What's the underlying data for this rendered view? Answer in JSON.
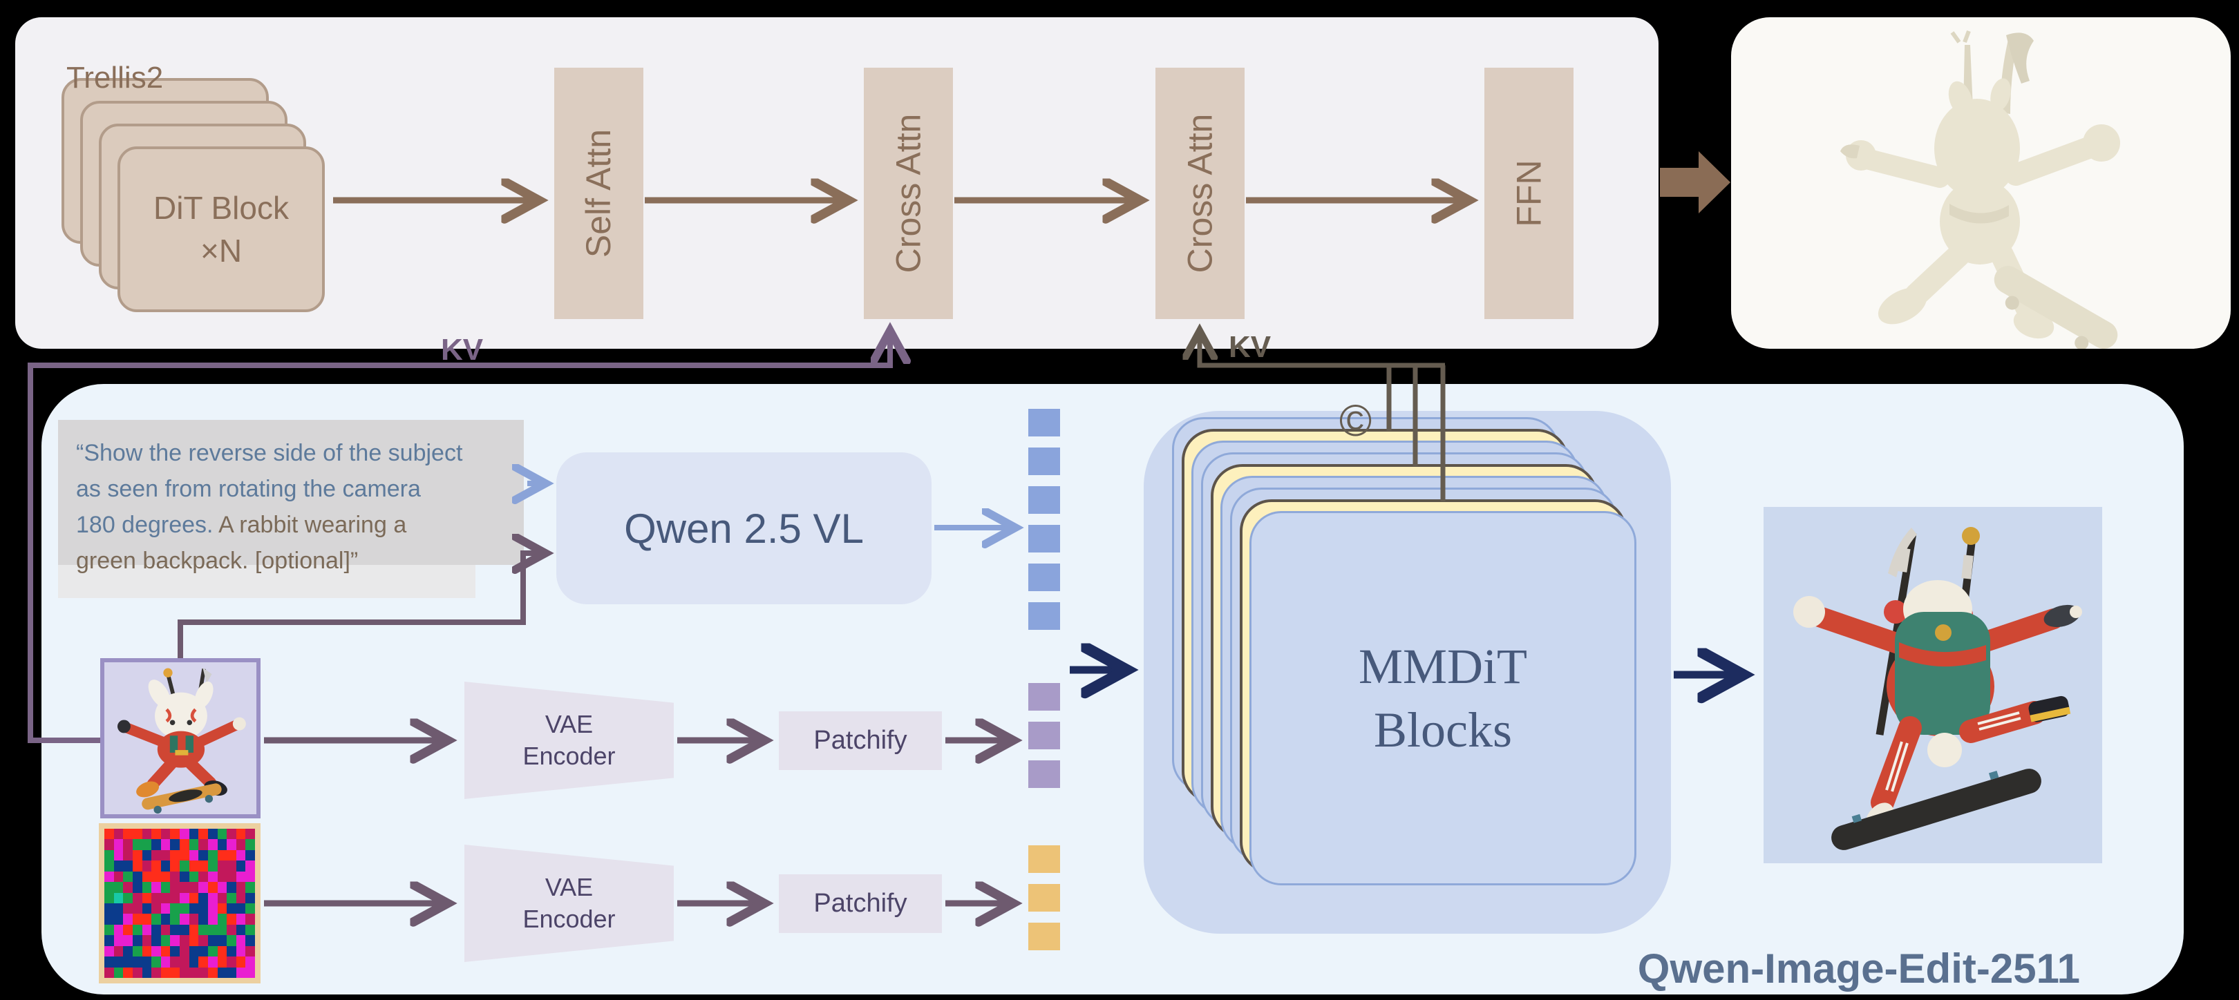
{
  "trellis": {
    "label": "Trellis2",
    "dit_block": {
      "line1": "DiT Block",
      "line2": "×N",
      "stack_count": 4
    },
    "bars": [
      {
        "label": "Self Attn"
      },
      {
        "label": "Cross Attn"
      },
      {
        "label": "Cross Attn"
      },
      {
        "label": "FFN"
      }
    ],
    "kv_left": "KV",
    "kv_right": "KV"
  },
  "bottom": {
    "title": "Qwen-Image-Edit-2511",
    "qwen_vl_label": "Qwen 2.5 VL",
    "vae_encoder_1": {
      "line1": "VAE",
      "line2": "Encoder"
    },
    "vae_encoder_2": {
      "line1": "VAE",
      "line2": "Encoder"
    },
    "patchify_1": "Patchify",
    "patchify_2": "Patchify",
    "mmdit": {
      "line1": "MMDiT",
      "line2": "Blocks",
      "layers": [
        "blue",
        "yellow",
        "blue",
        "blue",
        "yellow",
        "blue",
        "blue",
        "yellow",
        "front"
      ]
    },
    "concat_symbol": "©"
  },
  "prompt": {
    "lines": [
      [
        {
          "text": "“Show the reverse side of the subject",
          "style": "blue"
        }
      ],
      [
        {
          "text": "as seen from rotating the camera",
          "style": "blue"
        }
      ],
      [
        {
          "text": "180 degrees. ",
          "style": "blue"
        },
        {
          "text": "A rabbit wearing a",
          "style": "brown"
        }
      ],
      [
        {
          "text": "green backpack. [optional]”",
          "style": "brown"
        }
      ]
    ]
  },
  "tokens": {
    "blue": {
      "count": 6,
      "color": "#8aa4dc"
    },
    "purple": {
      "count": 3,
      "color": "#a89bc8"
    },
    "orange": {
      "count": 3,
      "color": "#edc377"
    }
  },
  "noise": {
    "palette": [
      "#e91fd0",
      "#18c9a7",
      "#2bb1e0",
      "#1456c8",
      "#ff2d1a",
      "#ffffff",
      "#111111",
      "#f2a0c8",
      "#18a14b",
      "#ffd23d",
      "#f97316",
      "#7a0f8e",
      "#0b3b8c",
      "#7fe3c2",
      "#ff7ad9",
      "#0f766e",
      "#c2185b",
      "#94e04a",
      "#5ad0e6",
      "#063b1f"
    ],
    "cols": 16,
    "rows": 14
  },
  "colors": {
    "panel-top": "#f2f1f4",
    "panel-out": "#faf9f5",
    "panel-bottom": "#ecf4fb",
    "brown-text": "#8a6f5a",
    "bar-fill": "#dccdc1",
    "dit-fill": "#dbcbbd",
    "dit-stroke": "#b29c8a",
    "arrow-brown": "#8a6e59",
    "arrow-thick": "#8a6c55",
    "arrow-mauve": "#6e5a6f",
    "arrow-purple": "#7a6486",
    "dark-line": "#655c50",
    "arrow-blue": "#8aa3d8",
    "arrow-navy": "#1d2c5f",
    "prompt-bg": "#d7d6d7",
    "prompt-shadow": "#e9e9ea",
    "prompt-blue": "#5d7a9b",
    "prompt-brown": "#7b6a58",
    "qwen-fill": "#dde4f4",
    "slate-text": "#47597b",
    "vae-fill": "#e5e2ed",
    "vae-text": "#4c4468",
    "mmdit-outer": "#cdd9f0",
    "mm-blue": "#c7d4ee",
    "mm-blue-stroke": "#8fa9d9",
    "mm-yellow": "#fdf0bd",
    "mm-yellow-stroke": "#5d544a",
    "mm-front": "#cbd8f0",
    "input-border": "#9a90c4",
    "noise-border": "#ecd0a0",
    "output-bg": "#ccd9ee",
    "qie-text": "#5a708f"
  }
}
